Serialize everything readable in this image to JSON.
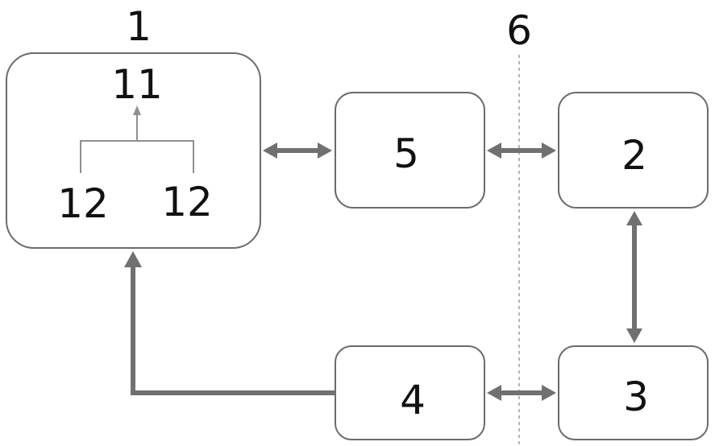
{
  "labels": {
    "block_1": "1",
    "sub_11": "11",
    "sub_12_left": "12",
    "sub_12_right": "12",
    "block_5": "5",
    "block_2": "2",
    "block_3": "3",
    "block_4": "4",
    "divider_6": "6"
  },
  "colors": {
    "border": "#6b6b6b",
    "arrow": "#707070",
    "thin_line": "#8f8f8f",
    "divider": "#b5b5b5",
    "text": "#111111"
  }
}
